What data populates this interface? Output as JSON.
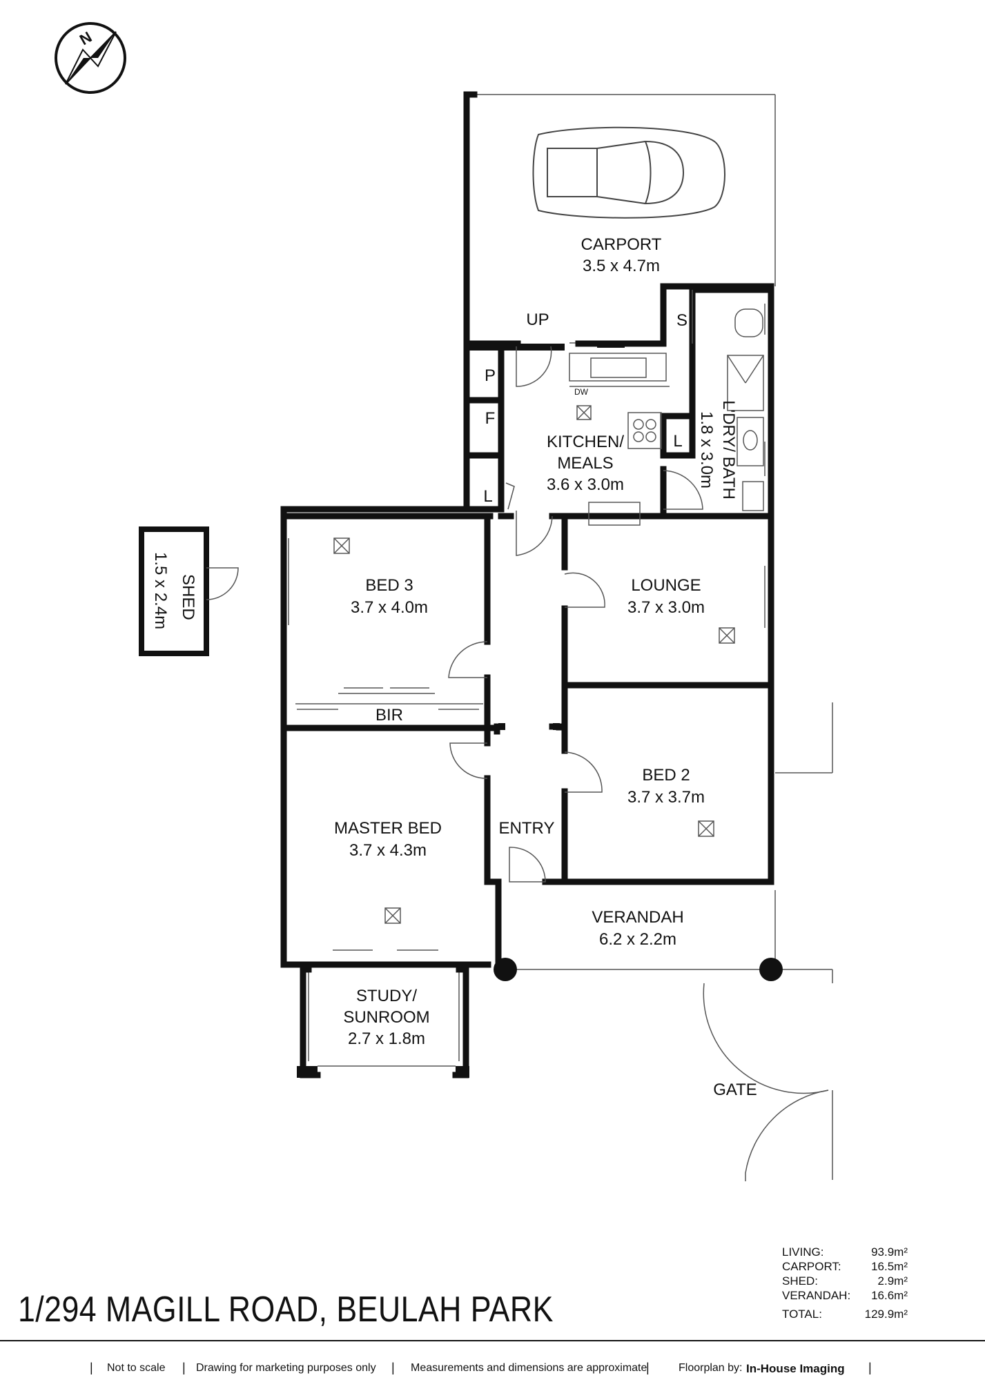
{
  "compass": {
    "north_label": "N"
  },
  "rooms": {
    "carport": {
      "name": "CARPORT",
      "dims": "3.5 x 4.7m"
    },
    "up": "UP",
    "s": "S",
    "p": "P",
    "f": "F",
    "l_pantry": "L",
    "l_kitchen": "L",
    "dw": "DW",
    "kitchen": {
      "name_line1": "KITCHEN/",
      "name_line2": "MEALS",
      "dims": "3.6 x 3.0m"
    },
    "laundry": {
      "name": "L'DRY/ BATH",
      "dims": "1.8 x 3.0m"
    },
    "shed": {
      "name": "SHED",
      "dims": "1.5 x 2.4m"
    },
    "bed3": {
      "name": "BED 3",
      "dims": "3.7 x 4.0m"
    },
    "lounge": {
      "name": "LOUNGE",
      "dims": "3.7 x 3.0m"
    },
    "bir": "BIR",
    "bed2": {
      "name": "BED 2",
      "dims": "3.7 x 3.7m"
    },
    "master": {
      "name": "MASTER BED",
      "dims": "3.7 x 4.3m"
    },
    "entry": "ENTRY",
    "verandah": {
      "name": "VERANDAH",
      "dims": "6.2 x 2.2m"
    },
    "study": {
      "name_line1": "STUDY/",
      "name_line2": "SUNROOM",
      "dims": "2.7 x 1.8m"
    },
    "gate": "GATE"
  },
  "address": "1/294 MAGILL ROAD, BEULAH PARK",
  "areas": [
    {
      "label": "LIVING:",
      "value": "93.9m²"
    },
    {
      "label": "CARPORT:",
      "value": "16.5m²"
    },
    {
      "label": "SHED:",
      "value": "2.9m²"
    },
    {
      "label": "VERANDAH:",
      "value": "16.6m²"
    }
  ],
  "total": {
    "label": "TOTAL:",
    "value": "129.9m²"
  },
  "footer": {
    "not_to_scale": "Not to scale",
    "marketing": "Drawing for marketing purposes only",
    "approximate": "Measurements and dimensions are approximate",
    "floorplan_by": "Floorplan by:",
    "brand": "In-House Imaging"
  }
}
